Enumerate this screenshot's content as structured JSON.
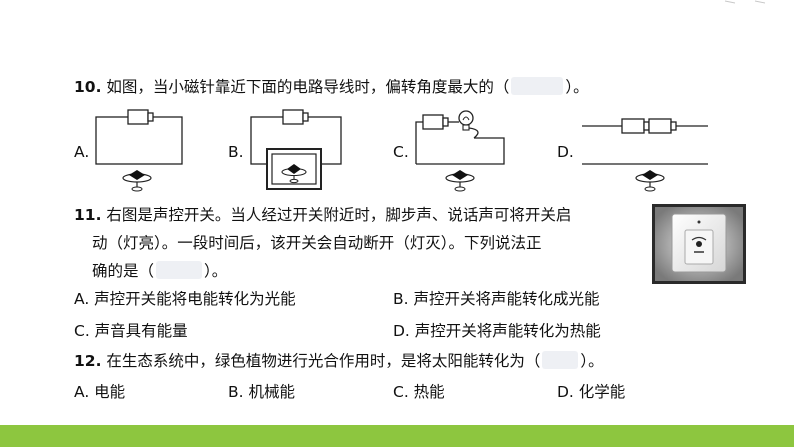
{
  "q10": {
    "num": "10.",
    "text_before": "如图，当小磁针靠近下面的电路导线时，偏转角度最大的（",
    "text_after": "）。",
    "options": [
      "A.",
      "B.",
      "C.",
      "D."
    ]
  },
  "q11": {
    "num": "11.",
    "line1": "右图是声控开关。当人经过开关附近时，脚步声、说话声可将开关启",
    "line2": "动（灯亮）。一段时间后，该开关会自动断开（灯灭）。下列说法正",
    "line3_before": "确的是（",
    "line3_after": "）。",
    "optA": "A. 声控开关能将电能转化为光能",
    "optB": "B. 声控开关将声能转化成光能",
    "optC": "C. 声音具有能量",
    "optD": "D. 声控开关将声能转化为热能"
  },
  "q12": {
    "num": "12.",
    "text_before": "在生态系统中，绿色植物进行光合作用时，是将太阳能转化为（",
    "text_after": "）。",
    "optA": "A. 电能",
    "optB": "B. 机械能",
    "optC": "C. 热能",
    "optD": "D. 化学能"
  },
  "colors": {
    "footer": "#8dc63f",
    "blank": "#eef0f4"
  }
}
